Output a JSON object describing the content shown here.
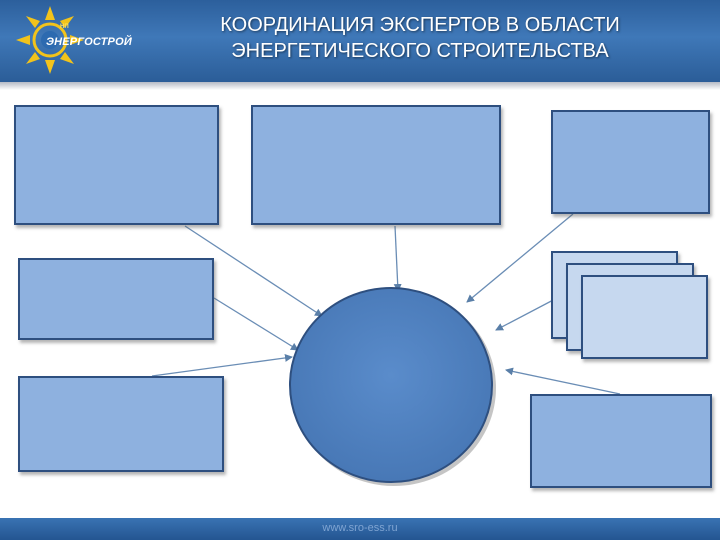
{
  "header": {
    "logo_text": "ЭНЕРГОСТРОЙ",
    "logo_small": "НП",
    "title_line1": "КООРДИНАЦИЯ  ЭКСПЕРТОВ В ОБЛАСТИ",
    "title_line2": "ЭНЕРГЕТИЧЕСКОГО СТРОИТЕЛЬСТВА"
  },
  "footer": {
    "url": "www.sro-ess.ru"
  },
  "colors": {
    "header_blue": "#3f78b8",
    "box_fill": "#8eb1df",
    "box_fill_light": "#c6d8ef",
    "box_border": "#2e4f7f",
    "center_fill": "#4d7fbc",
    "logo_yellow": "#f2c31b"
  }
}
